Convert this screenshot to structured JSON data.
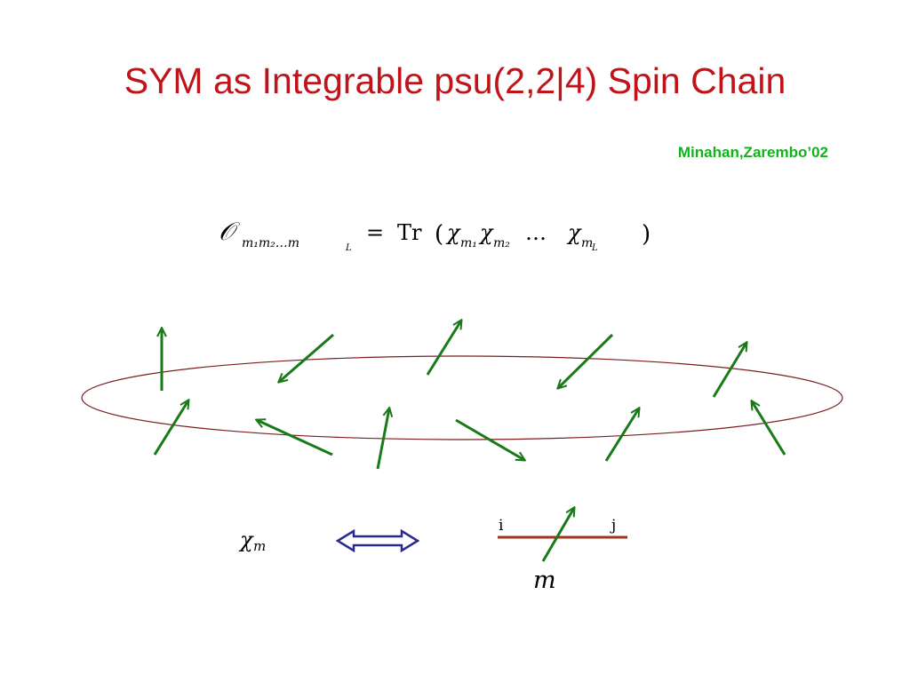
{
  "slide": {
    "title": "SYM as Integrable psu(2,2|4) Spin Chain",
    "citation": "Minahan,Zarembo’02",
    "formula": {
      "lhs_symbol": "𝒪",
      "lhs_subscript": "m₁m₂…m",
      "lhs_subscript_last": "L",
      "equals": "=",
      "trace": "Tr",
      "open_paren": "(",
      "chi": "χ",
      "sub1": "m₁",
      "sub2": "m₂",
      "dots": "…",
      "subL": "m",
      "subL_last": "L",
      "close_paren": ")"
    },
    "field_symbol": "χ",
    "field_subscript": "m",
    "line_label_left": "i",
    "line_label_right": "j",
    "line_label_bottom": "m"
  },
  "colors": {
    "title": "#c0141b",
    "citation": "#11b31b",
    "spin_arrow": "#1a7a1a",
    "ellipse": "#7b1e1e",
    "double_arrow": "#2a2a8c",
    "index_line": "#a0341a"
  },
  "icons": {
    "double_arrow": "double-headed-arrow-icon",
    "spin": "arrow-icon"
  }
}
